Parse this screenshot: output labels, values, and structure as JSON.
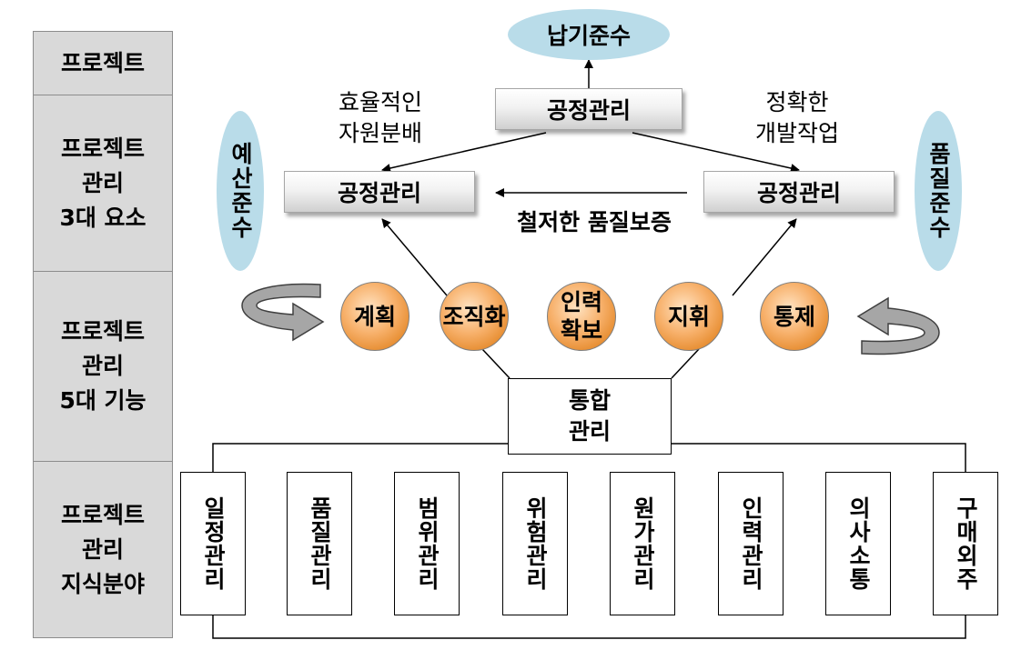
{
  "sidebar": {
    "items": [
      {
        "label": "프로젝트"
      },
      {
        "label": "프로젝트\n관리\n3대 요소"
      },
      {
        "label": "프로젝트\n관리\n5대 기능"
      },
      {
        "label": "프로젝트\n관리\n지식분야"
      }
    ]
  },
  "goals": {
    "top": "납기준수",
    "left": "예산준수",
    "right": "품질준수"
  },
  "process": {
    "top": "공정관리",
    "left": "공정관리",
    "right": "공정관리"
  },
  "annotations": {
    "top_left": "효율적인\n자원분배",
    "top_right": "정확한\n개발작업",
    "middle": "철저한  품질보증"
  },
  "functions": [
    {
      "label": "계획"
    },
    {
      "label": "조직화"
    },
    {
      "label": "인력\n확보"
    },
    {
      "label": "지휘"
    },
    {
      "label": "통제"
    }
  ],
  "integration": "통합\n관리",
  "knowledge_areas": [
    {
      "label": "일정관리"
    },
    {
      "label": "품질관리"
    },
    {
      "label": "범위관리"
    },
    {
      "label": "위험관리"
    },
    {
      "label": "원가관리"
    },
    {
      "label": "인력관리"
    },
    {
      "label": "의사소통"
    },
    {
      "label": "구매외주"
    }
  ],
  "colors": {
    "sidebar_bg": "#d9d9d9",
    "goal_ellipse": "#b9dce9",
    "function_circle": "#f0a050"
  }
}
